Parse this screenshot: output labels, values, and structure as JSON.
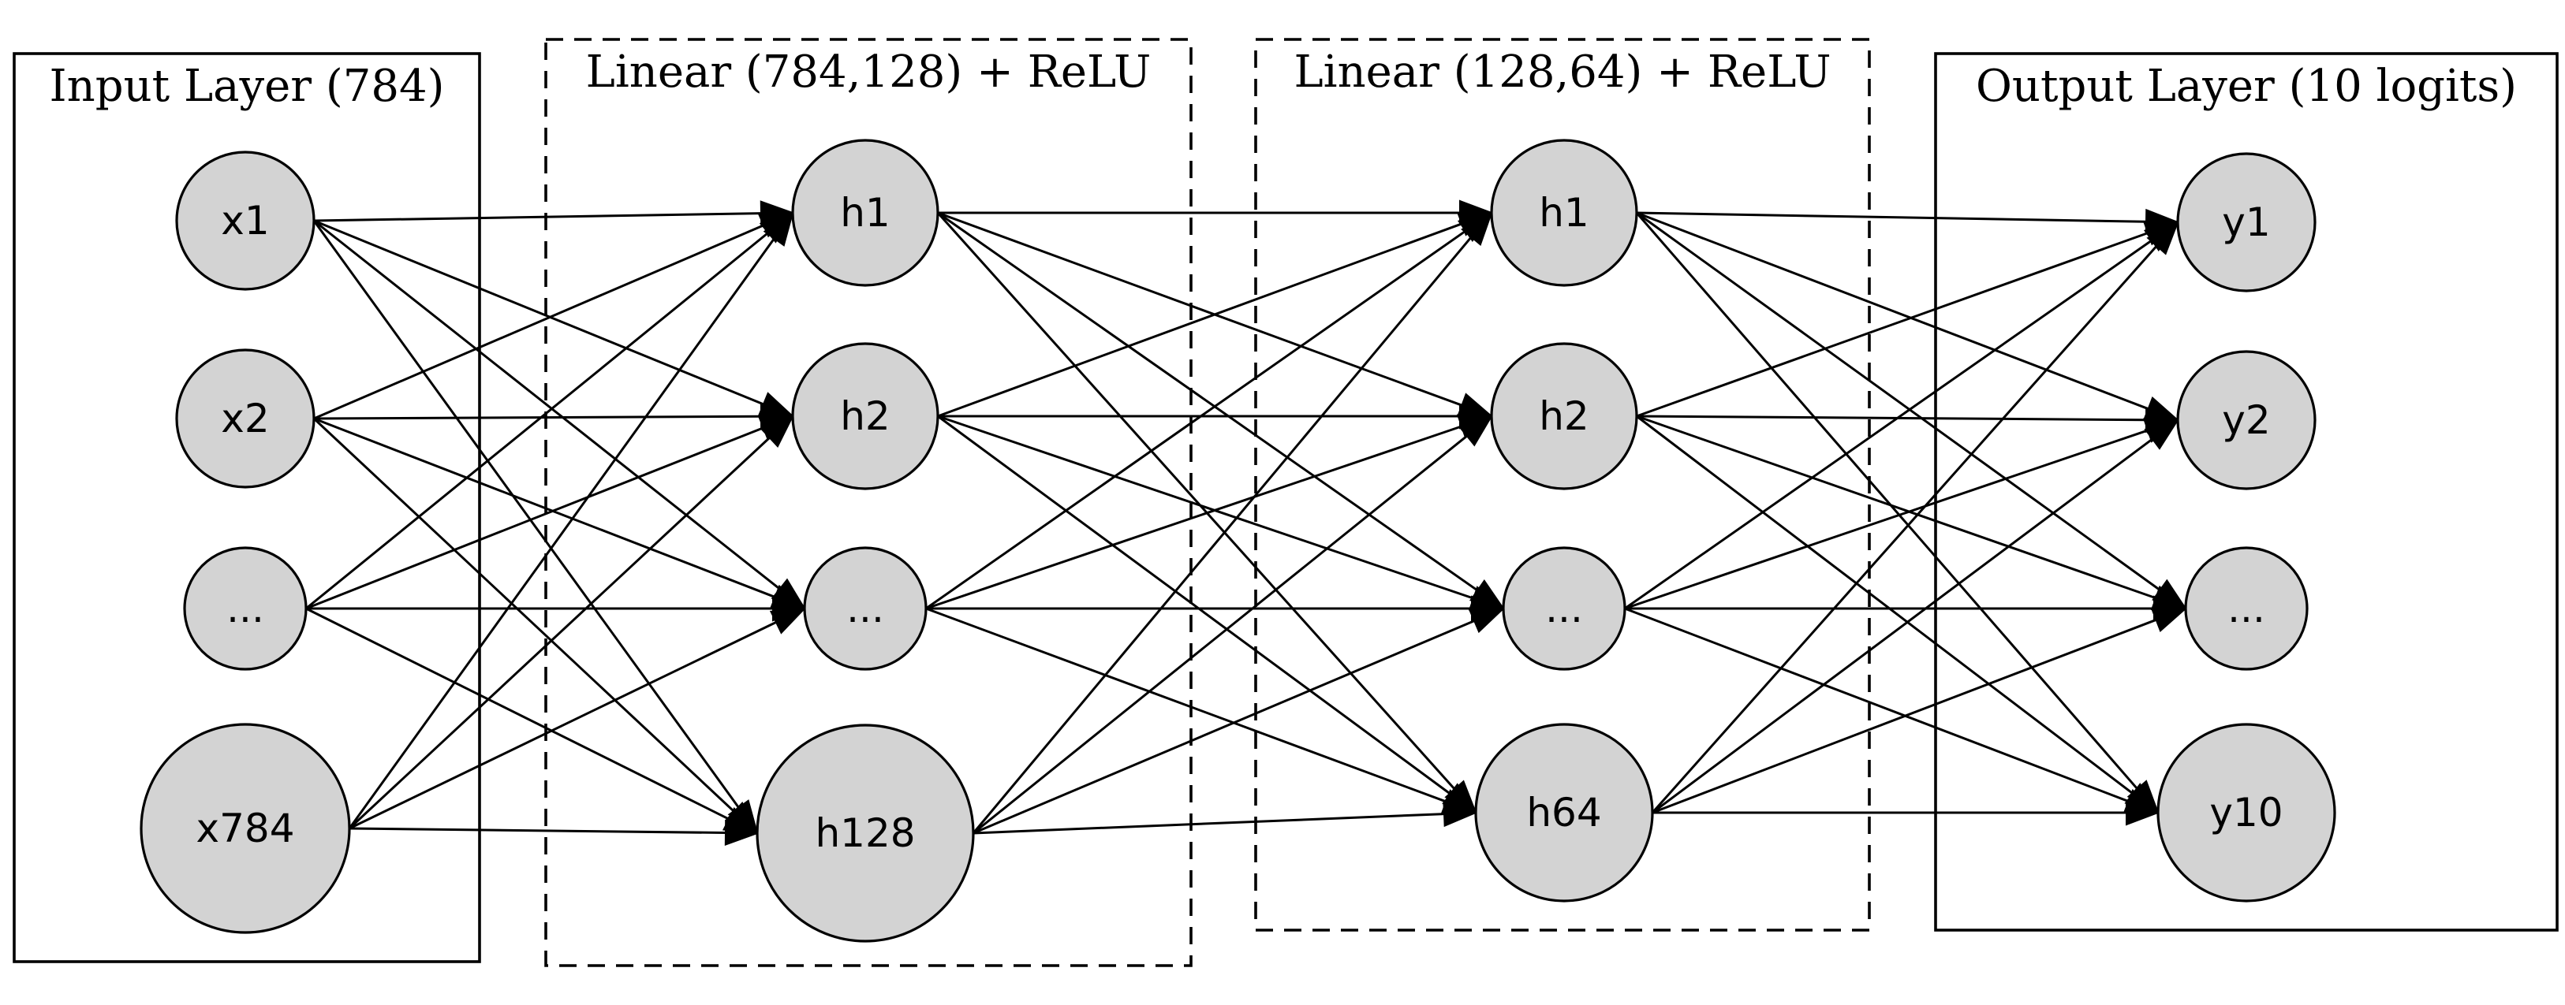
{
  "layers": [
    {
      "id": "input",
      "label": "Input Layer (784)",
      "style": "solid",
      "nodes": [
        {
          "id": "in-x1",
          "label": "x1"
        },
        {
          "id": "in-x2",
          "label": "x2"
        },
        {
          "id": "in-ellipsis",
          "label": "..."
        },
        {
          "id": "in-x784",
          "label": "x784"
        }
      ]
    },
    {
      "id": "hidden1",
      "label": "Linear (784,128) + ReLU",
      "style": "dashed",
      "nodes": [
        {
          "id": "h1-h1",
          "label": "h1"
        },
        {
          "id": "h1-h2",
          "label": "h2"
        },
        {
          "id": "h1-ellipsis",
          "label": "..."
        },
        {
          "id": "h1-h128",
          "label": "h128"
        }
      ]
    },
    {
      "id": "hidden2",
      "label": "Linear (128,64) + ReLU",
      "style": "dashed",
      "nodes": [
        {
          "id": "h2-h1",
          "label": "h1"
        },
        {
          "id": "h2-h2",
          "label": "h2"
        },
        {
          "id": "h2-ellipsis",
          "label": "..."
        },
        {
          "id": "h2-h64",
          "label": "h64"
        }
      ]
    },
    {
      "id": "output",
      "label": "Output Layer (10 logits)",
      "style": "solid",
      "nodes": [
        {
          "id": "out-y1",
          "label": "y1"
        },
        {
          "id": "out-y2",
          "label": "y2"
        },
        {
          "id": "out-ellipsis",
          "label": "..."
        },
        {
          "id": "out-y10",
          "label": "y10"
        }
      ]
    }
  ],
  "connectivity": "fully-connected",
  "colors": {
    "node_fill": "#d3d3d3",
    "stroke": "#000000",
    "background": "#ffffff"
  }
}
